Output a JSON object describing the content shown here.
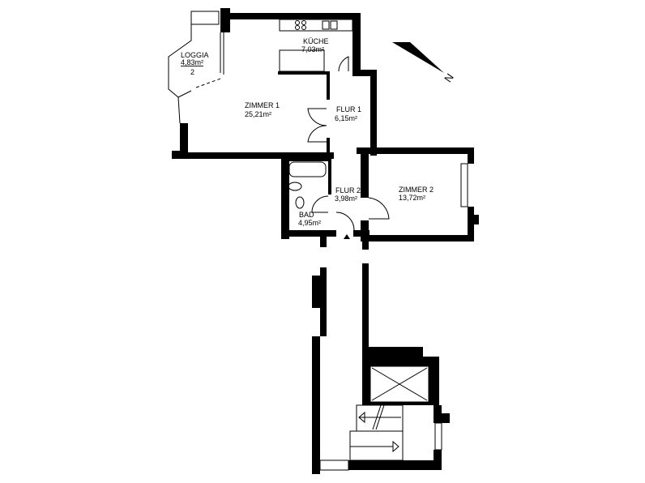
{
  "rooms": {
    "loggia": {
      "name": "LOGGIA",
      "area": "4,83m²",
      "note": "2"
    },
    "kueche": {
      "name": "KÜCHE",
      "area": "7,03m²"
    },
    "zimmer1": {
      "name": "ZIMMER 1",
      "area": "25,21m²"
    },
    "flur1": {
      "name": "FLUR 1",
      "area": "6,15m²"
    },
    "zimmer2": {
      "name": "ZIMMER 2",
      "area": "13,72m²"
    },
    "flur2": {
      "name": "FLUR 2",
      "area": "3,98m²"
    },
    "bad": {
      "name": "BAD",
      "area": "4,95m²"
    }
  },
  "north": {
    "label": "N"
  }
}
